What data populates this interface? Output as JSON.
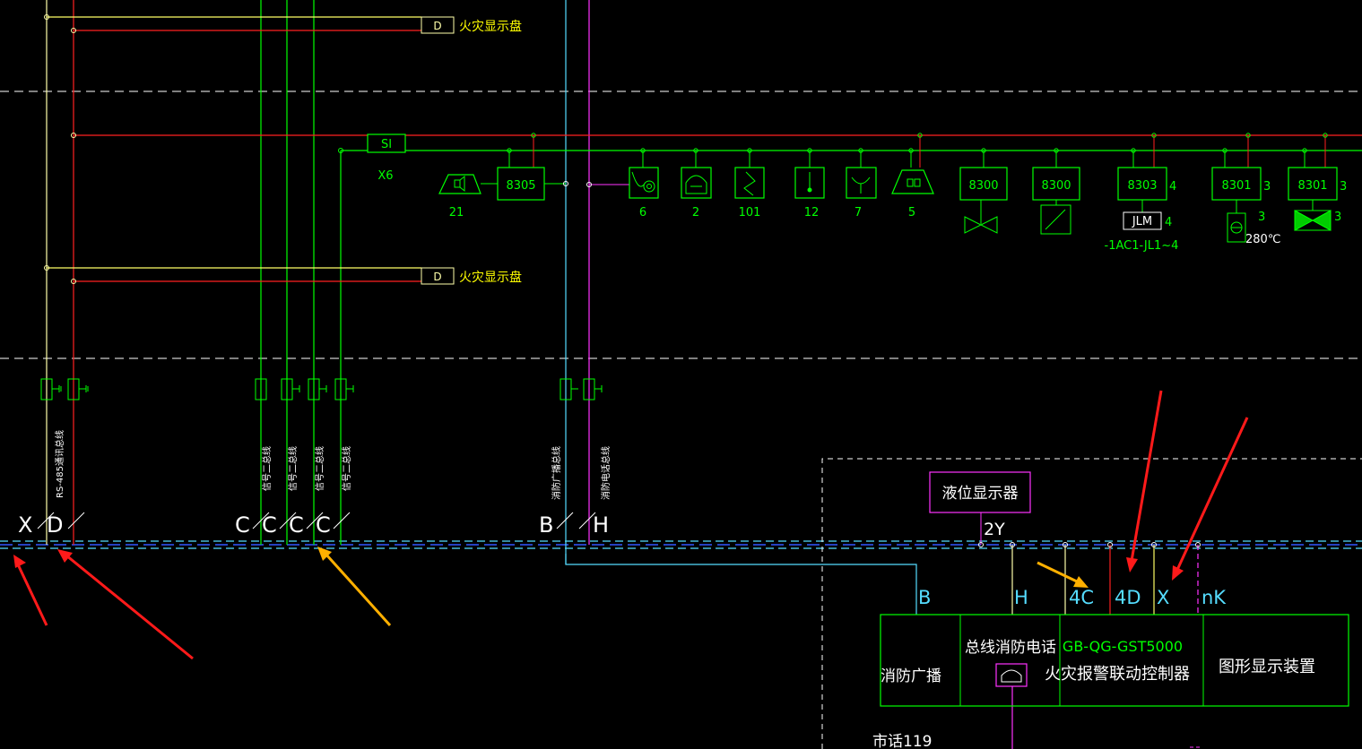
{
  "colors": {
    "background": "#000000",
    "green": "#00ff00",
    "red": "#ff2020",
    "yellow": "#ffff66",
    "cyan": "#55ddff",
    "magenta": "#ff33ff",
    "white": "#ffffff",
    "blue": "#3355ff",
    "arrow_red": "#ff1a1a",
    "arrow_orange": "#ffb000"
  },
  "panels": {
    "fire_display_top": {
      "tag": "D",
      "label": "火灾显示盘"
    },
    "fire_display_bottom": {
      "tag": "D",
      "label": "火灾显示盘"
    }
  },
  "bus": {
    "isolator_label": "SI",
    "isolator_sub": "X6"
  },
  "devices": {
    "speaker_qty": "21",
    "module_8305": "8305",
    "phone_jack_qty": "6",
    "phone_qty": "2",
    "smoke_detector_qty": "101",
    "heat_detector_qty": "12",
    "manual_button_qty": "7",
    "alarm_bell_qty": "5",
    "valve_module": "8300",
    "flow_module": "8300",
    "jlm_module": "8303",
    "jlm_module_qty": "4",
    "jlm_label": "JLM",
    "jlm_qty": "4",
    "jlm_range": "-1AC1-JL1~4",
    "damper_module_1": "8301",
    "damper_module_1_qty": "3",
    "damper_1_qty": "3",
    "damper_temp": "280℃",
    "damper_module_2": "8301",
    "damper_module_2_qty": "3",
    "damper_2_qty": "3"
  },
  "vertical_labels": {
    "rs485": "RS-485通讯总线",
    "sig1": "信号二总线",
    "sig2": "信号二总线",
    "sig3": "信号二总线",
    "sig4": "信号二总线",
    "broadcast": "消防广播总线",
    "phone": "消防电话总线"
  },
  "trunk_letters": {
    "x": "X",
    "d": "D",
    "c1": "C",
    "c2": "C",
    "c3": "C",
    "c4": "C",
    "b": "B",
    "h": "H"
  },
  "control_room": {
    "liquid_display": "液位显示器",
    "liquid_tag": "2Y",
    "lines": {
      "b": "B",
      "h": "H",
      "c": "4C",
      "d": "4D",
      "x": "X",
      "k": "nK"
    },
    "broadcast": "消防广播",
    "bus_phone": "总线消防电话",
    "controller_model": "GB-QG-GST5000",
    "controller_name": "火灾报警联动控制器",
    "graphic_display": "图形显示装置",
    "city_phone": "市话119"
  }
}
